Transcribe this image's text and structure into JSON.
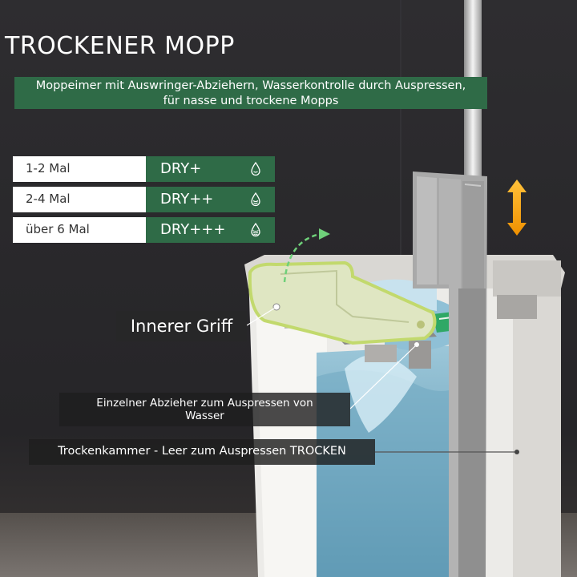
{
  "title": "TROCKENER MOPP",
  "subtitle_line1": "Moppeimer mit Auswringer-Abziehern, Wasserkontrolle durch Auspressen,",
  "subtitle_line2": "für nasse und trockene Mopps",
  "dry_levels": [
    {
      "label": "1-2 Mal",
      "value": "DRY+"
    },
    {
      "label": "2-4 Mal",
      "value": "DRY++"
    },
    {
      "label": "über 6 Mal",
      "value": "DRY+++"
    }
  ],
  "callouts": {
    "inner_handle": "Innerer Griff",
    "scraper_line1": "Einzelner Abzieher zum Auspressen von",
    "scraper_line2": "Wasser",
    "dry_chamber": "Trockenkammer - Leer zum Auspressen TROCKEN"
  },
  "colors": {
    "accent_green": "#2f6b47",
    "handle_yellow_green": "#cfe08a",
    "arrow_orange": "#f2a007",
    "background_dark": "#2b2a2c"
  },
  "icons": [
    "water-drop-icon",
    "vertical-arrow-icon",
    "rotate-arrow-icon"
  ]
}
